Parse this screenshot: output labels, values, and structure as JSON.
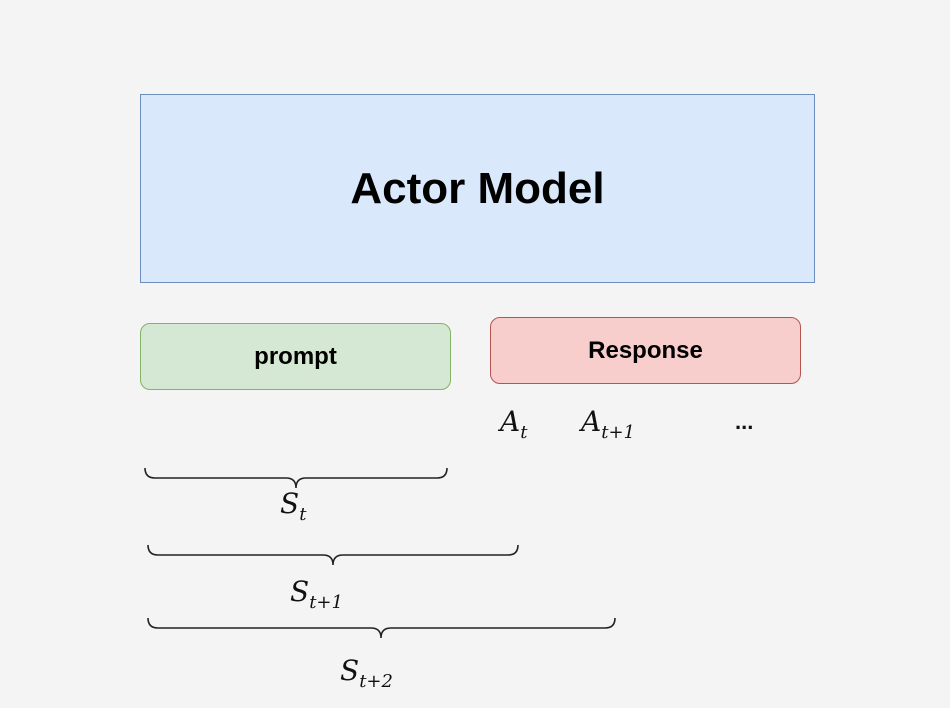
{
  "diagram": {
    "actor": {
      "label": "Actor Model"
    },
    "prompt": {
      "label": "prompt"
    },
    "response": {
      "label": "Response"
    },
    "actions": [
      {
        "base": "A",
        "sub": "t"
      },
      {
        "base": "A",
        "sub": "t+1"
      }
    ],
    "ellipsis": "...",
    "states": [
      {
        "base": "S",
        "sub": "t"
      },
      {
        "base": "S",
        "sub": "t+1"
      },
      {
        "base": "S",
        "sub": "t+2"
      }
    ],
    "colors": {
      "actor_fill": "#dae8fc",
      "actor_stroke": "#6c8ebf",
      "prompt_fill": "#d5e8d4",
      "prompt_stroke": "#82b366",
      "response_fill": "#f8cecc",
      "response_stroke": "#b85450"
    }
  }
}
